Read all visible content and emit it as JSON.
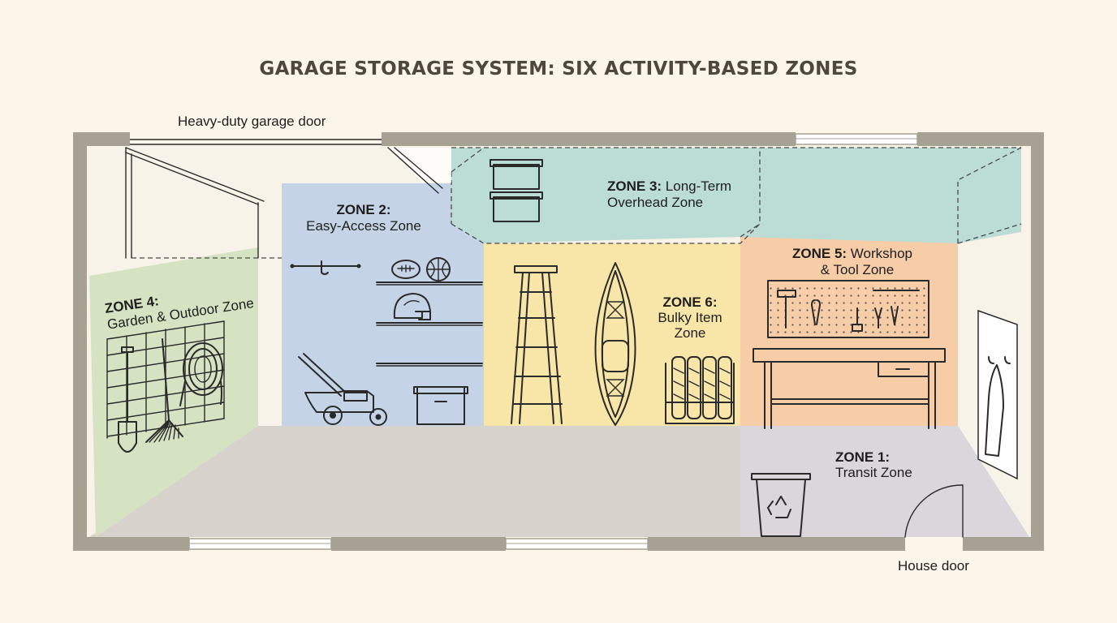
{
  "title": "GARAGE STORAGE SYSTEM: SIX ACTIVITY-BASED ZONES",
  "labels": {
    "garage_door": "Heavy-duty garage door",
    "house_door": "House door"
  },
  "zones": {
    "zone1": {
      "id": "ZONE 1:",
      "line1": "",
      "line2": "Transit Zone",
      "color": "#d9d6dc"
    },
    "zone2": {
      "id": "ZONE 2:",
      "line1": "",
      "line2": "Easy-Access Zone",
      "color": "#c4d4e6"
    },
    "zone3": {
      "id": "ZONE 3:",
      "line1": "Long-Term",
      "line2": "Overhead Zone",
      "color": "#bcdcd6"
    },
    "zone4": {
      "id": "ZONE 4:",
      "line1": "",
      "line2": "Garden & Outdoor Zone",
      "color": "#d5e3c3"
    },
    "zone5": {
      "id": "ZONE 5:",
      "line1": "Workshop",
      "line2": "& Tool Zone",
      "color": "#f7cda8"
    },
    "zone6": {
      "id": "ZONE 6:",
      "line1": "Bulky Item",
      "line2": "Zone",
      "color": "#f7e6a8"
    }
  },
  "icons": [
    "storage-bin-icon",
    "shovel-icon",
    "rake-icon",
    "hose-icon",
    "lawn-mower-icon",
    "football-icon",
    "basketball-icon",
    "helmet-icon",
    "ladder-icon",
    "kayak-icon",
    "tire-rack-icon",
    "pegboard-icon",
    "workbench-icon",
    "coat-icon",
    "recycling-bin-icon"
  ]
}
